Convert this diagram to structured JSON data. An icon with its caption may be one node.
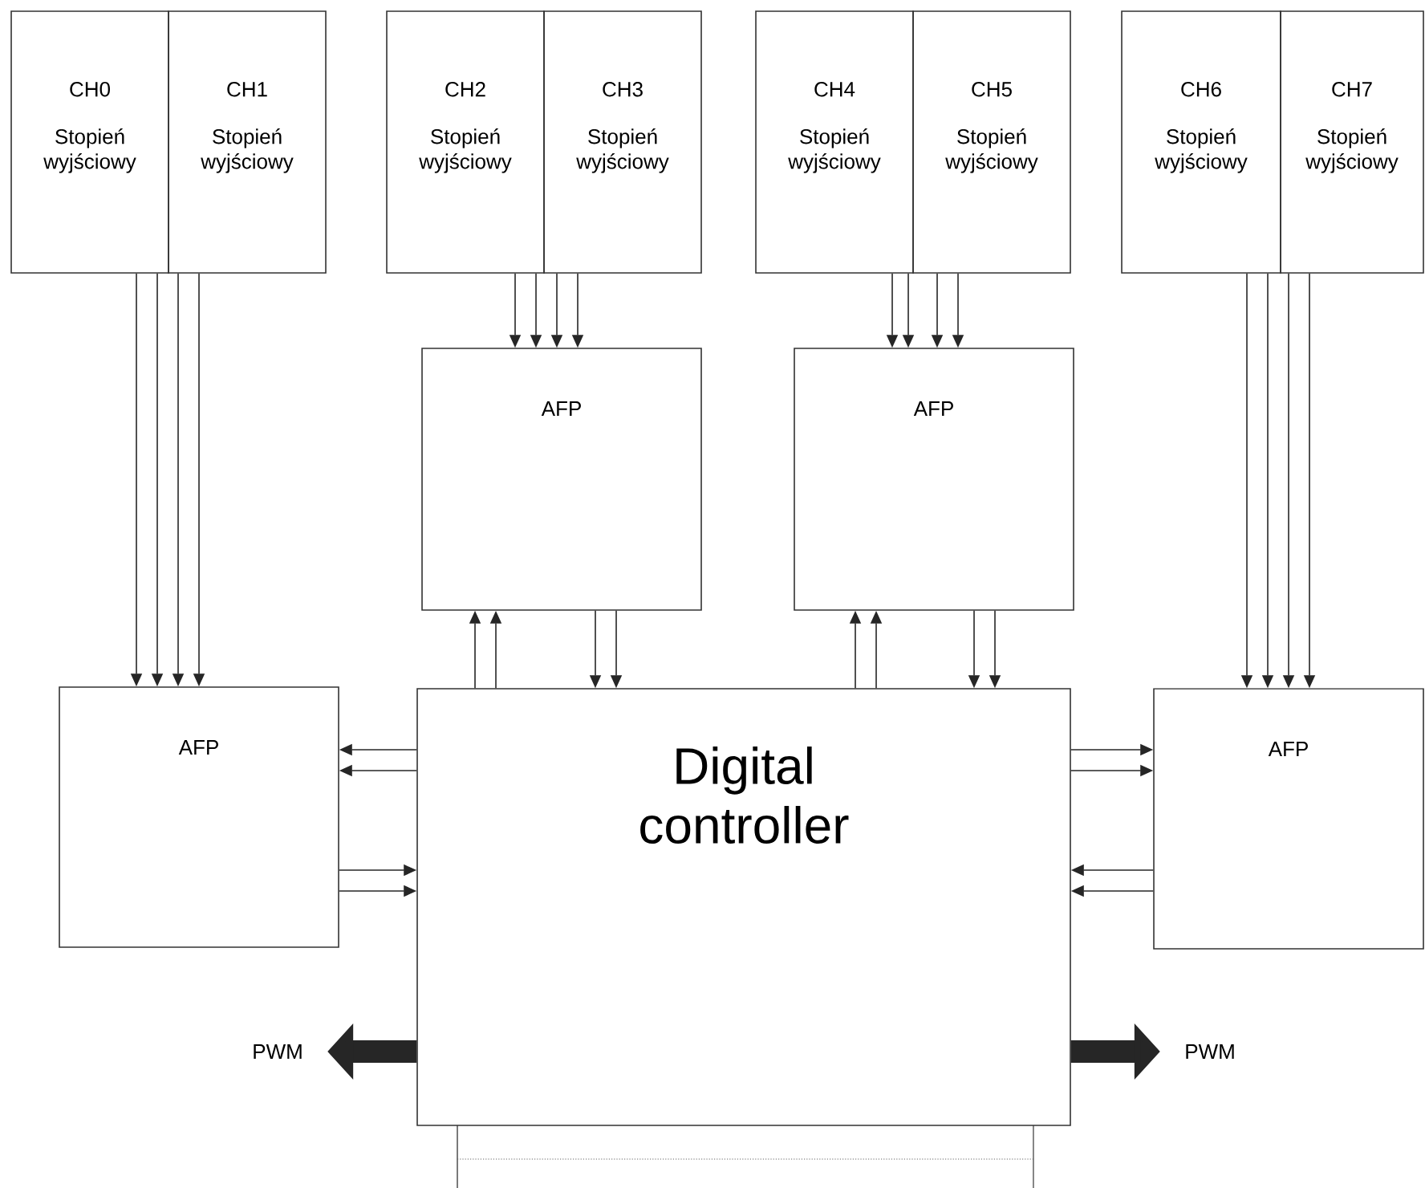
{
  "diagram": {
    "nodes": [
      {
        "text": [
          "CH0",
          "Stopień wyjściowy"
        ]
      },
      {
        "text": [
          "CH1",
          "Stopień wyjściowy"
        ]
      },
      {
        "text": [
          "CH2",
          "Stopień wyjściowy"
        ]
      },
      {
        "text": [
          "CH3",
          "Stopień wyjściowy"
        ]
      },
      {
        "text": [
          "CH4",
          "Stopień wyjściowy"
        ]
      },
      {
        "text": [
          "CH5",
          "Stopień wyjściowy"
        ]
      },
      {
        "text": [
          "CH6",
          "Stopień wyjściowy"
        ]
      },
      {
        "text": [
          "CH7",
          "Stopień wyjściowy"
        ]
      },
      {
        "text": [
          "AFP"
        ]
      },
      {
        "text": [
          "AFP"
        ]
      },
      {
        "text": [
          "AFP"
        ]
      },
      {
        "text": [
          "Digital controller"
        ]
      },
      {
        "text": [
          "AFP"
        ]
      },
      {
        "text": [
          "PWM"
        ]
      },
      {
        "text": [
          "PWM"
        ]
      }
    ],
    "edges": [
      {
        "from": 0,
        "to": 10,
        "arrow": "to"
      },
      {
        "from": 0,
        "to": 10,
        "arrow": "to"
      },
      {
        "from": 1,
        "to": 10,
        "arrow": "to"
      },
      {
        "from": 1,
        "to": 10,
        "arrow": "to"
      },
      {
        "from": 2,
        "to": 8,
        "arrow": "to"
      },
      {
        "from": 2,
        "to": 8,
        "arrow": "to"
      },
      {
        "from": 3,
        "to": 8,
        "arrow": "to"
      },
      {
        "from": 3,
        "to": 8,
        "arrow": "to"
      },
      {
        "from": 4,
        "to": 9,
        "arrow": "to"
      },
      {
        "from": 4,
        "to": 9,
        "arrow": "to"
      },
      {
        "from": 5,
        "to": 9,
        "arrow": "to"
      },
      {
        "from": 5,
        "to": 9,
        "arrow": "to"
      },
      {
        "from": 6,
        "to": 12,
        "arrow": "to"
      },
      {
        "from": 6,
        "to": 12,
        "arrow": "to"
      },
      {
        "from": 7,
        "to": 12,
        "arrow": "to"
      },
      {
        "from": 7,
        "to": 12,
        "arrow": "to"
      },
      {
        "from": 11,
        "to": 8,
        "arrow": "to"
      },
      {
        "from": 11,
        "to": 8,
        "arrow": "to"
      },
      {
        "from": 8,
        "to": 11,
        "arrow": "to"
      },
      {
        "from": 8,
        "to": 11,
        "arrow": "to"
      },
      {
        "from": 11,
        "to": 9,
        "arrow": "to"
      },
      {
        "from": 11,
        "to": 9,
        "arrow": "to"
      },
      {
        "from": 9,
        "to": 11,
        "arrow": "to"
      },
      {
        "from": 9,
        "to": 11,
        "arrow": "to"
      },
      {
        "from": 11,
        "to": 10,
        "arrow": "to"
      },
      {
        "from": 11,
        "to": 10,
        "arrow": "to"
      },
      {
        "from": 10,
        "to": 11,
        "arrow": "to"
      },
      {
        "from": 10,
        "to": 11,
        "arrow": "to"
      },
      {
        "from": 11,
        "to": 12,
        "arrow": "to"
      },
      {
        "from": 11,
        "to": 12,
        "arrow": "to"
      },
      {
        "from": 12,
        "to": 11,
        "arrow": "to"
      },
      {
        "from": 12,
        "to": 11,
        "arrow": "to"
      },
      {
        "from": 11,
        "to": 13,
        "arrow": "to",
        "style": "thick"
      },
      {
        "from": 11,
        "to": 14,
        "arrow": "to",
        "style": "thick"
      }
    ]
  }
}
